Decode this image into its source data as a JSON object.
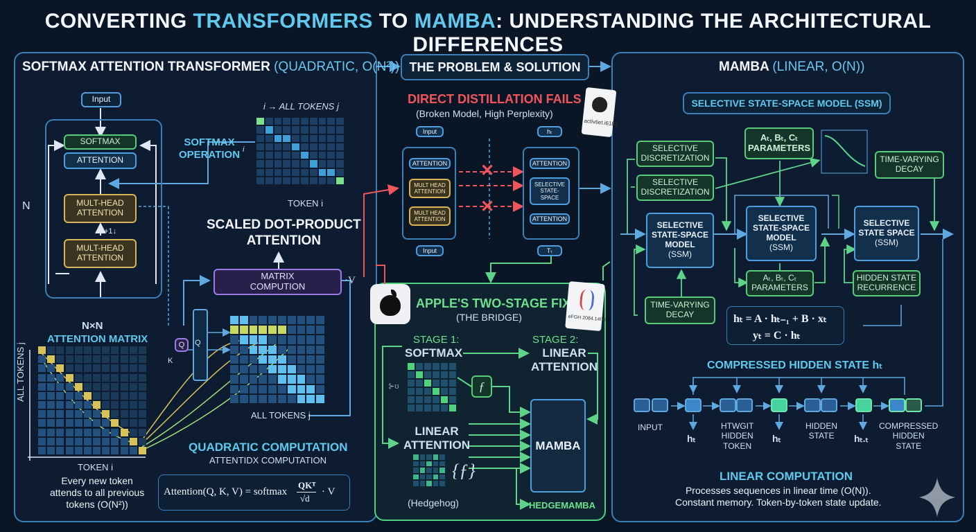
{
  "title": {
    "part1": "CONVERTING ",
    "hl1": "TRANSFORMERS",
    "part2": " TO ",
    "hl2": "MAMBA",
    "part3": ": UNDERSTANDING THE ARCHITECTURAL DIFFERENCES"
  },
  "left": {
    "title": "SOFTMAX ATTENTION TRANSFORMER ",
    "title_sub": "(QUADRATIC, O(N²))",
    "input": "Input",
    "softmax": "SOFTMAX",
    "attention": "ATTENTION",
    "mha1": "MULT-HEAD\nATTENTION",
    "mha2": "MULT-HEAD\nATTENTION",
    "plus": "+1↓",
    "n_label": "N",
    "softmax_op": "SOFTMAX\nOPERATION",
    "all_tokens_j": "i → ALL TOKENS j",
    "token_i": "TOKEN i",
    "i_axis": "i",
    "scaled_dot": "SCALED DOT-PRODUCT\nATTENTION",
    "matrix_comp": "MATRIX\nCOMPUTION",
    "v_label": "·V",
    "q_label": "Q",
    "q2_label": "Q",
    "k_label": "K",
    "nxn": "N×N",
    "attn_matrix": "ATTENTION MATRIX",
    "all_tokens_vert": "ALL TOKENS j",
    "token_i2": "TOKEN i",
    "every_new": "Every new token\nattends to all previous\ntokens (O(N²))",
    "all_tokens_j2": "ALL TOKENS j",
    "quad_comp": "QUADRATIC COMPUTATION",
    "attn_comp": "ATTENTIDX COMPUTATION",
    "formula": "Attention(Q, K, V) = softmax",
    "formula_num": "QKᵀ",
    "formula_den": "√d",
    "formula_end": "· V"
  },
  "middle": {
    "title": "THE PROBLEM & SOLUTION",
    "fails": "DIRECT DISTILLATION FAILS",
    "fails_sub": "(Broken Model, High Perplexity)",
    "doc_label": "activtiet.i6181",
    "mini_left": {
      "top": "Input",
      "attention": "ATTENTION",
      "mha1": "MULT HEAD\nATTENTION",
      "mha2": "MULT HEAD\nATTENTION",
      "bottom": "Input"
    },
    "mini_right": {
      "top": "hₜ",
      "attention": "ATTENTION",
      "ssm": "SELECTIVE\nSTATE-\nSPACE",
      "attention2": "ATTENTION",
      "bottom": "Tₜ"
    },
    "fix_title": "APPLE'S TWO-STAGE FIX",
    "fix_sub": "(THE BRIDGE)",
    "doc2_label": "eFGH 2084.14IYI",
    "stage1": "STAGE 1:",
    "stage1_name": "SOFTMAX",
    "stage2": "STAGE 2:",
    "stage2_name": "LINEAR\nATTENTION",
    "linear_attn": "LINEAR\nATTENTION",
    "mamba": "MAMBA",
    "hedgehog": "(Hedgehog)",
    "hedgemamba": "HEDGEMAMBA",
    "func1": "ƒ",
    "func2": "ƒ"
  },
  "right": {
    "title": "MAMBA ",
    "title_sub": "(LINEAR, O(N))",
    "ssm_header": "SELECTIVE STATE-SPACE MODEL (SSM)",
    "params_top": "Aₜ, Bₜ, Cₜ\nPARAMETERS",
    "sel_disc1": "SELECTIVE\nDISCRETIZATION",
    "sel_disc2": "SELECTIVE\nDISCRETIZATION",
    "time_decay_top": "TIME-VARYING\nDECAY",
    "ssm1": "SELECTIVE\nSTATE-SPACE\nMODEL",
    "ssm1_sub": "(SSM)",
    "ssm2": "SELECTIVE\nSTATE-SPACE\nMODEL",
    "ssm2_sub": "(SSM)",
    "ssm3": "SELECTIVE\nSTATE SPACE",
    "ssm3_sub": "(SSM)",
    "params_mid": "Aₜ, Bₜ, Cₜ\nPARAMETERS",
    "hidden_rec": "HIDDEN STATE\nRECURRENCE",
    "time_decay_bot": "TIME-VARYING\nDECAY",
    "eq1": "hₜ = A · hₜ₋₁ + B · xₜ",
    "eq2": "yₜ = C · hₜ",
    "compressed_title": "COMPRESSED HIDDEN STATE hₜ",
    "seq": {
      "input": "INPUT",
      "ht1": "hₜ",
      "hidden_token": "HTWGIT\nHIDDEN\nTOKEN",
      "ht2": "hₜ",
      "hidden_state": "HIDDEN\nSTATE",
      "ht3": "hₜ.ₜ",
      "compressed": "COMPRESSED\nHIDDEN\nSTATE"
    },
    "linear_comp": "LINEAR COMPUTATION",
    "linear_desc": "Processes sequences in linear time (O(N)).\nConstant memory. Token-by-token state update."
  },
  "colors": {
    "accent_blue": "#5fc9ee",
    "green": "#4fd17e",
    "red": "#f0555c",
    "yellow": "#d8b45a",
    "purple": "#9b7ce6"
  }
}
